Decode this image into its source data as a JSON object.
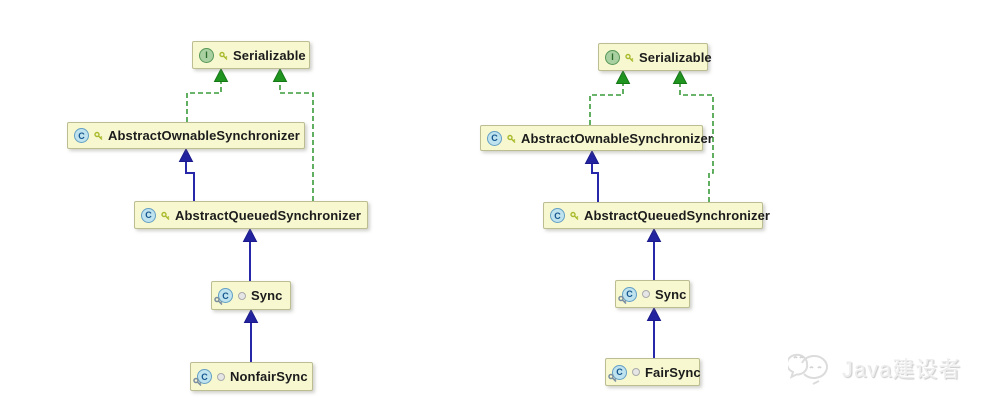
{
  "page": {
    "background": "#ffffff"
  },
  "colors": {
    "node_fill": "#f7f8d0",
    "node_border": "#bdbd92",
    "implements_edge_green": "#3a9b3a",
    "extends_edge_blue": "#2727a9",
    "label_text": "#1c1c1c",
    "watermark_grey": "#ededed"
  },
  "icons": {
    "interface_letter": "I",
    "class_letter": "C",
    "interface_icon": "green circle with I",
    "class_icon": "blue circle with C",
    "nested_class_icon": "blue circle with C and key overlay",
    "public_modifier_icon": "small yellow-green key",
    "package_private_icon": "small grey dot",
    "watermark_icon": "wechat-logo"
  },
  "diagrams": [
    {
      "nodes": [
        {
          "label": "Serializable",
          "kind": "interface"
        },
        {
          "label": "AbstractOwnableSynchronizer",
          "kind": "class"
        },
        {
          "label": "AbstractQueuedSynchronizer",
          "kind": "class"
        },
        {
          "label": "Sync",
          "kind": "nested-class"
        },
        {
          "label": "NonfairSync",
          "kind": "nested-class"
        }
      ],
      "relationships": [
        {
          "from": "AbstractOwnableSynchronizer",
          "to": "Serializable",
          "type": "implements"
        },
        {
          "from": "AbstractQueuedSynchronizer",
          "to": "Serializable",
          "type": "implements"
        },
        {
          "from": "AbstractQueuedSynchronizer",
          "to": "AbstractOwnableSynchronizer",
          "type": "extends"
        },
        {
          "from": "Sync",
          "to": "AbstractQueuedSynchronizer",
          "type": "extends"
        },
        {
          "from": "NonfairSync",
          "to": "Sync",
          "type": "extends"
        }
      ]
    },
    {
      "nodes": [
        {
          "label": "Serializable",
          "kind": "interface"
        },
        {
          "label": "AbstractOwnableSynchronizer",
          "kind": "class"
        },
        {
          "label": "AbstractQueuedSynchronizer",
          "kind": "class"
        },
        {
          "label": "Sync",
          "kind": "nested-class"
        },
        {
          "label": "FairSync",
          "kind": "nested-class"
        }
      ],
      "relationships": [
        {
          "from": "AbstractOwnableSynchronizer",
          "to": "Serializable",
          "type": "implements"
        },
        {
          "from": "AbstractQueuedSynchronizer",
          "to": "Serializable",
          "type": "implements"
        },
        {
          "from": "AbstractQueuedSynchronizer",
          "to": "AbstractOwnableSynchronizer",
          "type": "extends"
        },
        {
          "from": "Sync",
          "to": "AbstractQueuedSynchronizer",
          "type": "extends"
        },
        {
          "from": "FairSync",
          "to": "Sync",
          "type": "extends"
        }
      ]
    }
  ],
  "watermark": {
    "label": "Java建设者"
  }
}
